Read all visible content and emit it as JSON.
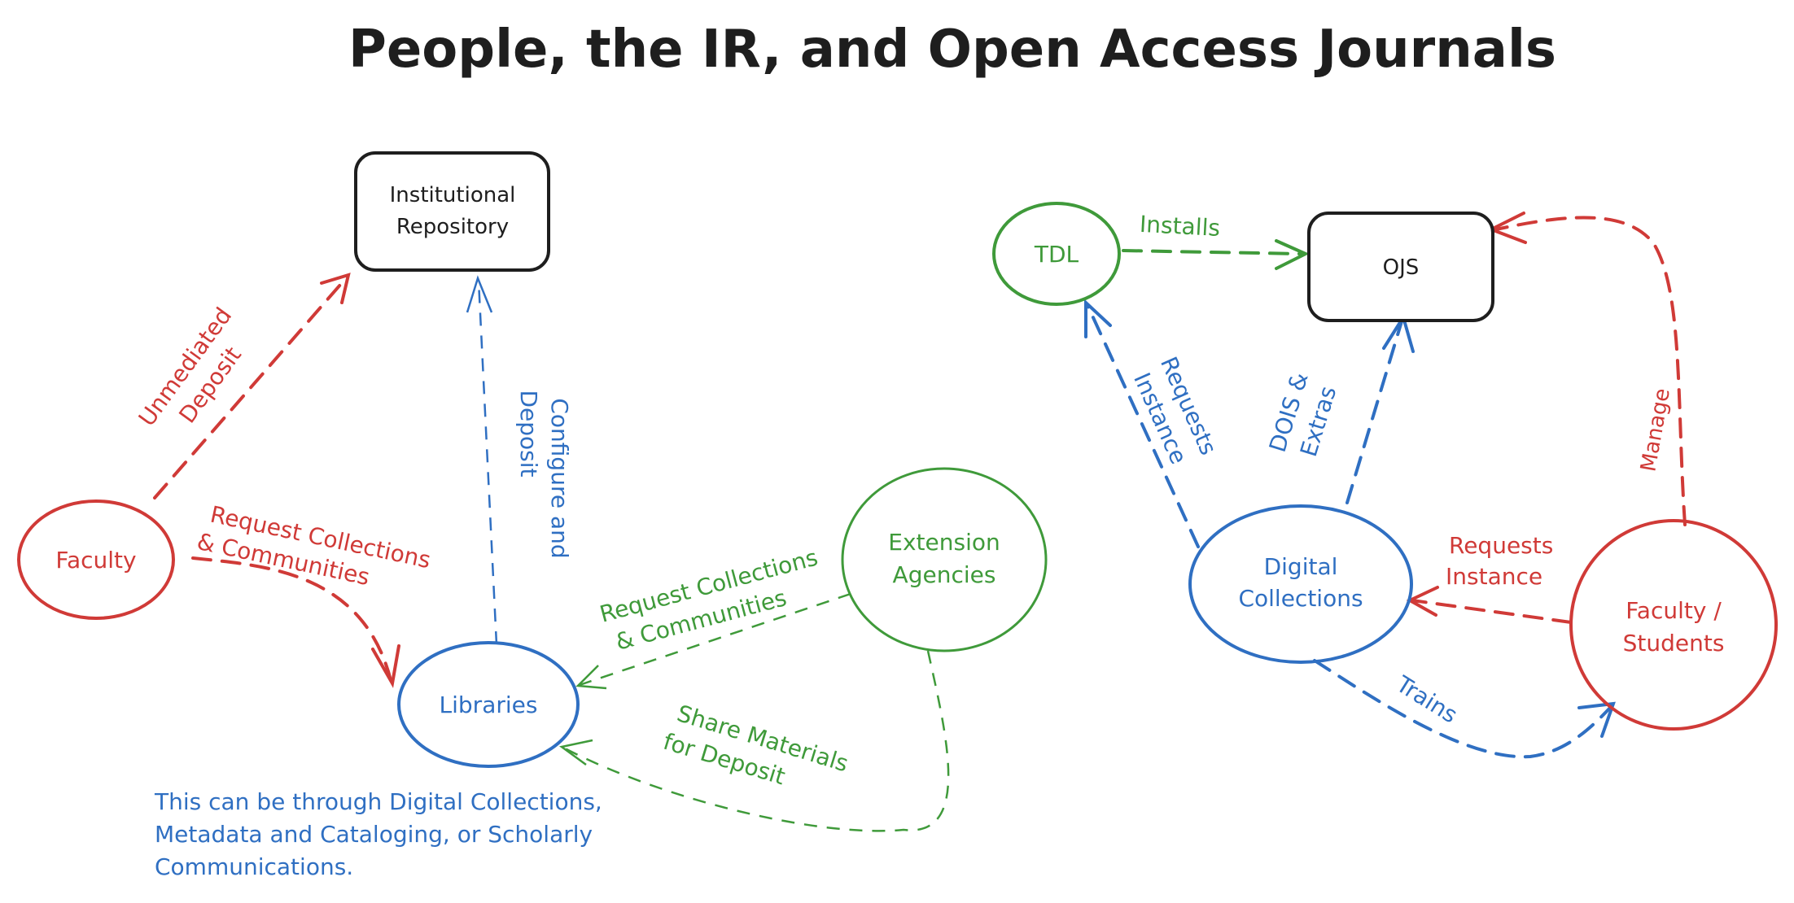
{
  "title": "People, the IR, and Open Access Journals",
  "colors": {
    "red": "#d03a37",
    "blue": "#2f6fc2",
    "green": "#3f9a3a",
    "black": "#1e1e1e"
  },
  "nodes": {
    "institutional_repository": [
      "Institutional",
      "Repository"
    ],
    "faculty": "Faculty",
    "libraries": "Libraries",
    "extension_agencies": [
      "Extension",
      "Agencies"
    ],
    "tdl": "TDL",
    "ojs": "OJS",
    "digital_collections": [
      "Digital",
      "Collections"
    ],
    "faculty_students": [
      "Faculty /",
      "Students"
    ]
  },
  "edges": {
    "unmediated_deposit": [
      "Unmediated",
      "Deposit"
    ],
    "configure_and_deposit": [
      "Configure and",
      "Deposit"
    ],
    "faculty_request": [
      "Request Collections",
      "& Communities"
    ],
    "extension_request": [
      "Request Collections",
      "& Communities"
    ],
    "share_materials": [
      "Share Materials",
      "for Deposit"
    ],
    "installs": "Installs",
    "requests_instance_tdl": [
      "Requests",
      "Instance"
    ],
    "dois_extras": [
      "DOIS &",
      "Extras"
    ],
    "manage": "Manage",
    "requests_instance_dc": [
      "Requests",
      "Instance"
    ],
    "trains": "Trains"
  },
  "note": [
    "This can be through Digital Collections,",
    "Metadata and Cataloging, or Scholarly",
    "Communications."
  ]
}
